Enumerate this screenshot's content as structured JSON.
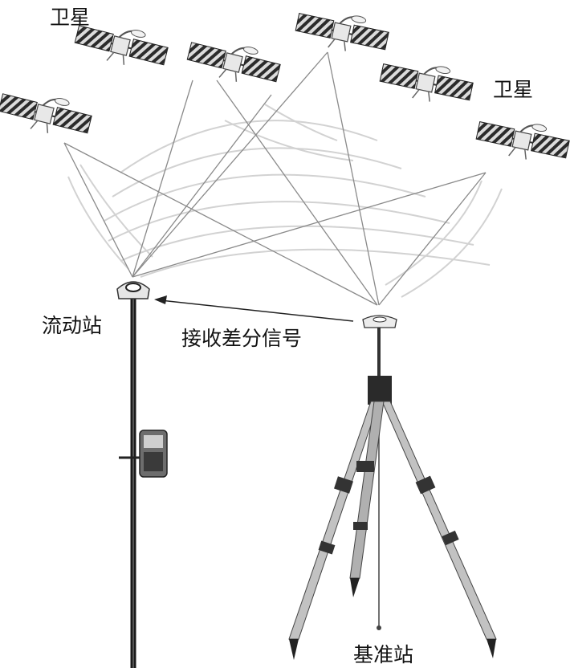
{
  "labels": {
    "satellite_left": "卫星",
    "satellite_right": "卫星",
    "rover_station": "流动站",
    "differential_signal": "接收差分信号",
    "base_station": "基准站"
  },
  "colors": {
    "ink": "#111111",
    "signal_line": "#8a8a8a",
    "wave": "#d2d2d2",
    "pole": "#1a1a1a",
    "tripod_leg": "#bdbdbd",
    "tripod_band": "#333333"
  },
  "icons": [
    "satellite-icon",
    "gnss-receiver-icon",
    "controller-icon",
    "tripod-icon"
  ]
}
